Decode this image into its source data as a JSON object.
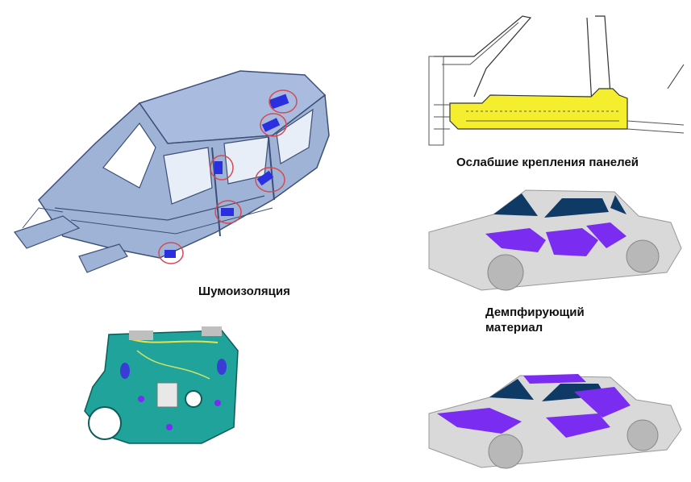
{
  "captions": {
    "sound_insulation": "Шумоизоляция",
    "loose_panel_mounts": "Ослабшие крепления панелей",
    "damping_material_line1": "Демпфирующий",
    "damping_material_line2": "материал"
  },
  "colors": {
    "body_in_white": "#9fb3d6",
    "body_outline": "#3d4f78",
    "insulation_patch": "#2a2fe0",
    "callout_circle": "#d44a55",
    "pillar_highlight": "#f5ee2e",
    "car_body": "#d9d9d9",
    "car_glass": "#0f3a66",
    "damping_pad": "#7a2cf0",
    "door_module": "#1fa39a"
  }
}
